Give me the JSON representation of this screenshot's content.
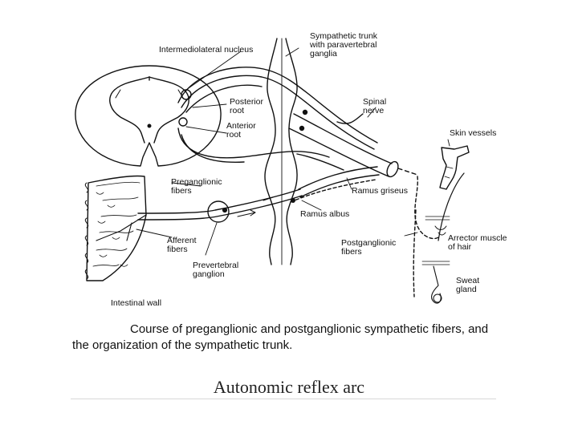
{
  "labels": {
    "intermediolateral": "Intermediolateral nucleus",
    "sympathetic_trunk": [
      "Sympathetic trunk",
      "with paravertebral",
      "ganglia"
    ],
    "posterior_root": [
      "Posterior",
      "root"
    ],
    "anterior_root": [
      "Anterior",
      "root"
    ],
    "spinal_nerve": [
      "Spinal",
      "nerve"
    ],
    "skin_vessels": "Skin vessels",
    "preganglionic": [
      "Preganglionic",
      "fibers"
    ],
    "ramus_griseus": "Ramus griseus",
    "ramus_albus": "Ramus albus",
    "postganglionic": [
      "Postganglionic",
      "fibers"
    ],
    "arrector": [
      "Arrector muscle",
      "of hair"
    ],
    "afferent": [
      "Afferent",
      "fibers"
    ],
    "prevertebral": [
      "Prevertebral",
      "ganglion"
    ],
    "sweat": [
      "Sweat",
      "gland"
    ],
    "intestinal": "Intestinal wall"
  },
  "caption": {
    "line1": "Course of preganglionic and postganglionic sympathetic fibers, and",
    "line2": "the organization of the sympathetic trunk."
  },
  "title": "Autonomic reflex arc"
}
